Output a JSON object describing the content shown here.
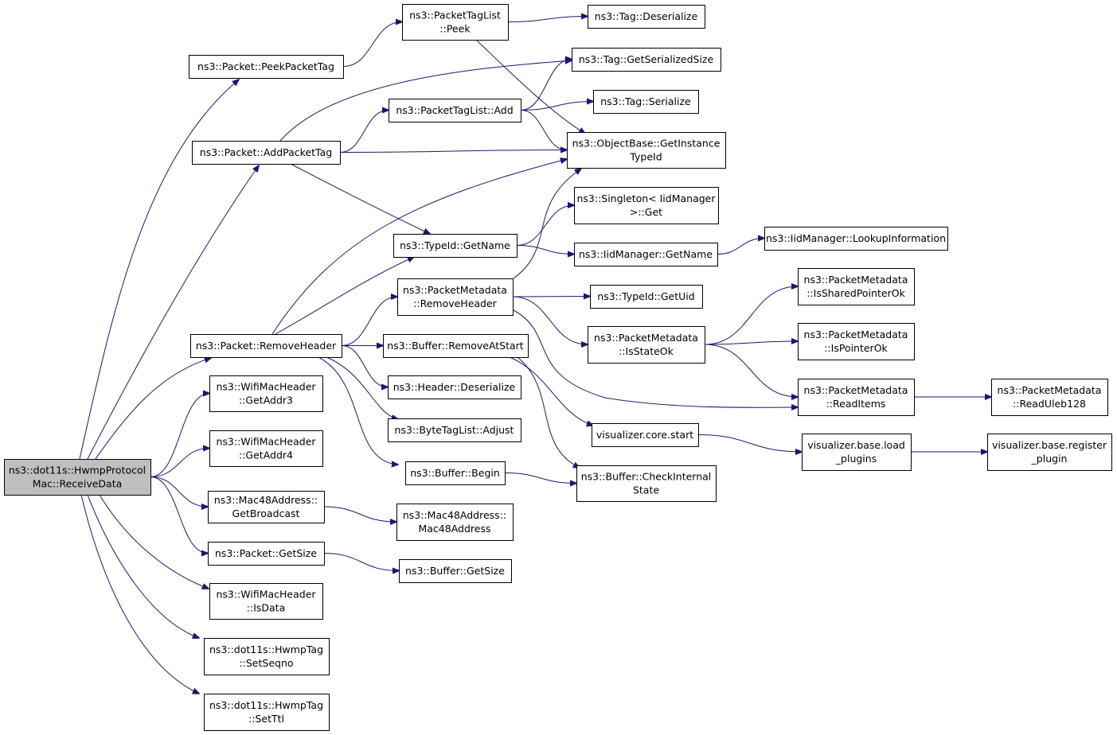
{
  "diagram": {
    "type": "call-graph",
    "colors": {
      "edge": "#191970",
      "root_fill": "#bfbfbf",
      "node_fill": "#ffffff",
      "border": "#000000"
    },
    "nodes": [
      {
        "id": "root",
        "lines": [
          "ns3::dot11s::HwmpProtocol",
          "Mac::ReceiveData"
        ],
        "root": true
      },
      {
        "id": "peekPacketTag",
        "lines": [
          "ns3::Packet::PeekPacketTag"
        ]
      },
      {
        "id": "addPacketTag",
        "lines": [
          "ns3::Packet::AddPacketTag"
        ]
      },
      {
        "id": "removeHeader",
        "lines": [
          "ns3::Packet::RemoveHeader"
        ]
      },
      {
        "id": "getAddr3",
        "lines": [
          "ns3::WifiMacHeader",
          "::GetAddr3"
        ]
      },
      {
        "id": "getAddr4",
        "lines": [
          "ns3::WifiMacHeader",
          "::GetAddr4"
        ]
      },
      {
        "id": "getBroadcast",
        "lines": [
          "ns3::Mac48Address::",
          "GetBroadcast"
        ]
      },
      {
        "id": "packetGetSize",
        "lines": [
          "ns3::Packet::GetSize"
        ]
      },
      {
        "id": "isData",
        "lines": [
          "ns3::WifiMacHeader",
          "::IsData"
        ]
      },
      {
        "id": "setSeqno",
        "lines": [
          "ns3::dot11s::HwmpTag",
          "::SetSeqno"
        ]
      },
      {
        "id": "setTtl",
        "lines": [
          "ns3::dot11s::HwmpTag",
          "::SetTtl"
        ]
      },
      {
        "id": "ptlPeek",
        "lines": [
          "ns3::PacketTagList",
          "::Peek"
        ]
      },
      {
        "id": "ptlAdd",
        "lines": [
          "ns3::PacketTagList::Add"
        ]
      },
      {
        "id": "typeIdGetName",
        "lines": [
          "ns3::TypeId::GetName"
        ]
      },
      {
        "id": "pmRemoveHeader",
        "lines": [
          "ns3::PacketMetadata",
          "::RemoveHeader"
        ]
      },
      {
        "id": "bufRemoveAtStart",
        "lines": [
          "ns3::Buffer::RemoveAtStart"
        ]
      },
      {
        "id": "headerDeserialize",
        "lines": [
          "ns3::Header::Deserialize"
        ]
      },
      {
        "id": "btlAdjust",
        "lines": [
          "ns3::ByteTagList::Adjust"
        ]
      },
      {
        "id": "bufBegin",
        "lines": [
          "ns3::Buffer::Begin"
        ]
      },
      {
        "id": "macCtor",
        "lines": [
          "ns3::Mac48Address::",
          "Mac48Address"
        ]
      },
      {
        "id": "bufGetSize",
        "lines": [
          "ns3::Buffer::GetSize"
        ]
      },
      {
        "id": "tagDeserialize",
        "lines": [
          "ns3::Tag::Deserialize"
        ]
      },
      {
        "id": "tagGetSerializedSize",
        "lines": [
          "ns3::Tag::GetSerializedSize"
        ]
      },
      {
        "id": "tagSerialize",
        "lines": [
          "ns3::Tag::Serialize"
        ]
      },
      {
        "id": "getInstanceTypeId",
        "lines": [
          "ns3::ObjectBase::GetInstance",
          "TypeId"
        ]
      },
      {
        "id": "singletonGet",
        "lines": [
          "ns3::Singleton< IidManager",
          ">::Get"
        ]
      },
      {
        "id": "iidGetName",
        "lines": [
          "ns3::IidManager::GetName"
        ]
      },
      {
        "id": "typeIdGetUid",
        "lines": [
          "ns3::TypeId::GetUid"
        ]
      },
      {
        "id": "pmIsStateOk",
        "lines": [
          "ns3::PacketMetadata",
          "::IsStateOk"
        ]
      },
      {
        "id": "vizCoreStart",
        "lines": [
          "visualizer.core.start"
        ]
      },
      {
        "id": "checkInternalState",
        "lines": [
          "ns3::Buffer::CheckInternal",
          "State"
        ]
      },
      {
        "id": "lookupInformation",
        "lines": [
          "ns3::IidManager::LookupInformation"
        ]
      },
      {
        "id": "isSharedPointerOk",
        "lines": [
          "ns3::PacketMetadata",
          "::IsSharedPointerOk"
        ]
      },
      {
        "id": "isPointerOk",
        "lines": [
          "ns3::PacketMetadata",
          "::IsPointerOk"
        ]
      },
      {
        "id": "readItems",
        "lines": [
          "ns3::PacketMetadata",
          "::ReadItems"
        ]
      },
      {
        "id": "loadPlugins",
        "lines": [
          "visualizer.base.load",
          "_plugins"
        ]
      },
      {
        "id": "readUleb128",
        "lines": [
          "ns3::PacketMetadata",
          "::ReadUleb128"
        ]
      },
      {
        "id": "registerPlugin",
        "lines": [
          "visualizer.base.register",
          "_plugin"
        ]
      }
    ],
    "edges": [
      [
        "root",
        "peekPacketTag"
      ],
      [
        "root",
        "addPacketTag"
      ],
      [
        "root",
        "removeHeader"
      ],
      [
        "root",
        "getAddr3"
      ],
      [
        "root",
        "getAddr4"
      ],
      [
        "root",
        "getBroadcast"
      ],
      [
        "root",
        "packetGetSize"
      ],
      [
        "root",
        "isData"
      ],
      [
        "root",
        "setSeqno"
      ],
      [
        "root",
        "setTtl"
      ],
      [
        "peekPacketTag",
        "ptlPeek"
      ],
      [
        "ptlPeek",
        "tagDeserialize"
      ],
      [
        "ptlPeek",
        "getInstanceTypeId"
      ],
      [
        "addPacketTag",
        "tagGetSerializedSize"
      ],
      [
        "addPacketTag",
        "ptlAdd"
      ],
      [
        "addPacketTag",
        "getInstanceTypeId"
      ],
      [
        "addPacketTag",
        "typeIdGetName"
      ],
      [
        "ptlAdd",
        "tagGetSerializedSize"
      ],
      [
        "ptlAdd",
        "tagSerialize"
      ],
      [
        "ptlAdd",
        "getInstanceTypeId"
      ],
      [
        "removeHeader",
        "getInstanceTypeId"
      ],
      [
        "removeHeader",
        "typeIdGetName"
      ],
      [
        "removeHeader",
        "pmRemoveHeader"
      ],
      [
        "removeHeader",
        "bufRemoveAtStart"
      ],
      [
        "removeHeader",
        "headerDeserialize"
      ],
      [
        "removeHeader",
        "btlAdjust"
      ],
      [
        "removeHeader",
        "bufBegin"
      ],
      [
        "typeIdGetName",
        "singletonGet"
      ],
      [
        "typeIdGetName",
        "iidGetName"
      ],
      [
        "iidGetName",
        "lookupInformation"
      ],
      [
        "pmRemoveHeader",
        "getInstanceTypeId"
      ],
      [
        "pmRemoveHeader",
        "typeIdGetUid"
      ],
      [
        "pmRemoveHeader",
        "pmIsStateOk"
      ],
      [
        "pmRemoveHeader",
        "readItems"
      ],
      [
        "pmIsStateOk",
        "isSharedPointerOk"
      ],
      [
        "pmIsStateOk",
        "isPointerOk"
      ],
      [
        "pmIsStateOk",
        "readItems"
      ],
      [
        "readItems",
        "readUleb128"
      ],
      [
        "bufRemoveAtStart",
        "vizCoreStart"
      ],
      [
        "bufRemoveAtStart",
        "checkInternalState"
      ],
      [
        "vizCoreStart",
        "loadPlugins"
      ],
      [
        "loadPlugins",
        "registerPlugin"
      ],
      [
        "bufBegin",
        "checkInternalState"
      ],
      [
        "getBroadcast",
        "macCtor"
      ],
      [
        "packetGetSize",
        "bufGetSize"
      ]
    ]
  }
}
